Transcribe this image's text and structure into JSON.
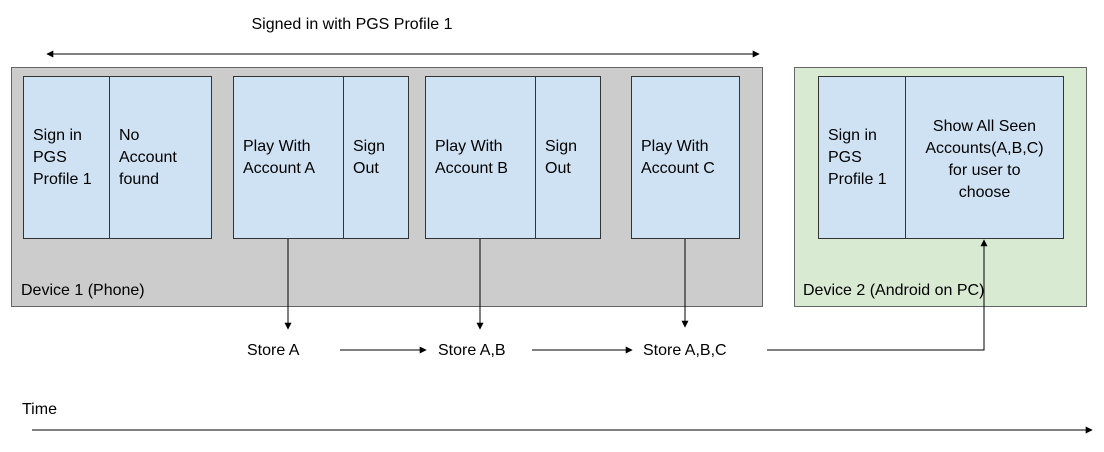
{
  "header_label": "Signed in with PGS Profile 1",
  "device1": {
    "label": "Device 1 (Phone)",
    "steps": [
      {
        "primary": "Sign in\nPGS\nProfile 1",
        "secondary": "No\nAccount\nfound"
      },
      {
        "primary": "Play With\nAccount A",
        "secondary": "Sign\nOut"
      },
      {
        "primary": "Play With\nAccount B",
        "secondary": "Sign\nOut"
      },
      {
        "primary": "Play With\nAccount C"
      }
    ]
  },
  "device2": {
    "label": "Device 2 (Android on PC)",
    "primary": "Sign in\nPGS\nProfile 1",
    "secondary": "Show All Seen\nAccounts(A,B,C)\nfor user to\nchoose"
  },
  "stores": [
    "Store A",
    "Store A,B",
    "Store A,B,C"
  ],
  "time_label": "Time",
  "colors": {
    "device1_bg": "#cccccc",
    "device2_bg": "#d9ead3",
    "box_bg": "#cfe2f3",
    "line": "#000000"
  }
}
